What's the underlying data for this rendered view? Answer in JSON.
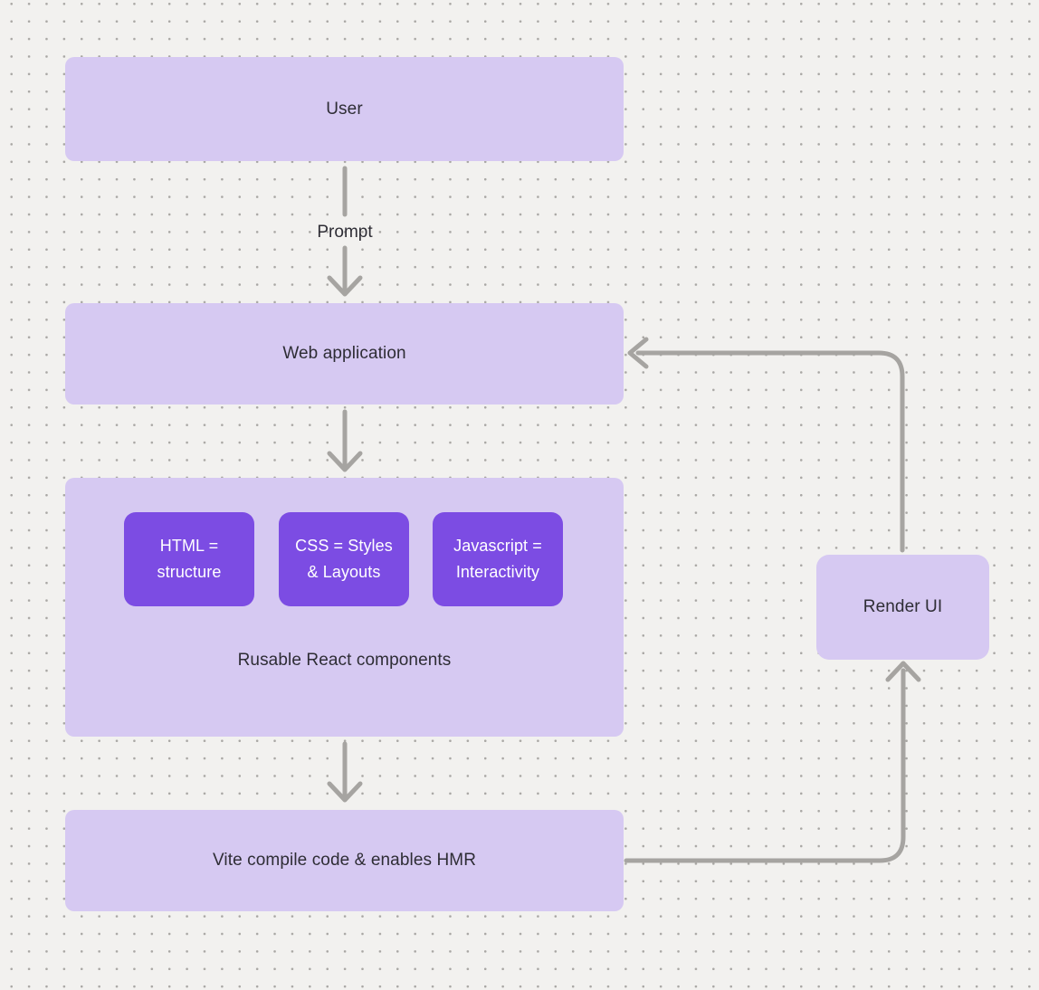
{
  "colors": {
    "background": "#f2f1ef",
    "dot": "#a9a7a4",
    "node_fill": "#d6c9f2",
    "accent_fill": "#7c4ce3",
    "text_dark": "#2e2d35",
    "text_light": "#ffffff",
    "connector": "#a6a4a1"
  },
  "nodes": {
    "user": {
      "label": "User"
    },
    "web_application": {
      "label": "Web application"
    },
    "components_group": {
      "label": "Rusable React components",
      "children": [
        {
          "lines": [
            "HTML =",
            "structure"
          ]
        },
        {
          "lines": [
            "CSS = Styles",
            "& Layouts"
          ]
        },
        {
          "lines": [
            "Javascript =",
            "Interactivity"
          ]
        }
      ]
    },
    "vite": {
      "label": "Vite compile code & enables HMR"
    },
    "render_ui": {
      "label": "Render UI"
    }
  },
  "edges": {
    "prompt_label": "Prompt"
  }
}
